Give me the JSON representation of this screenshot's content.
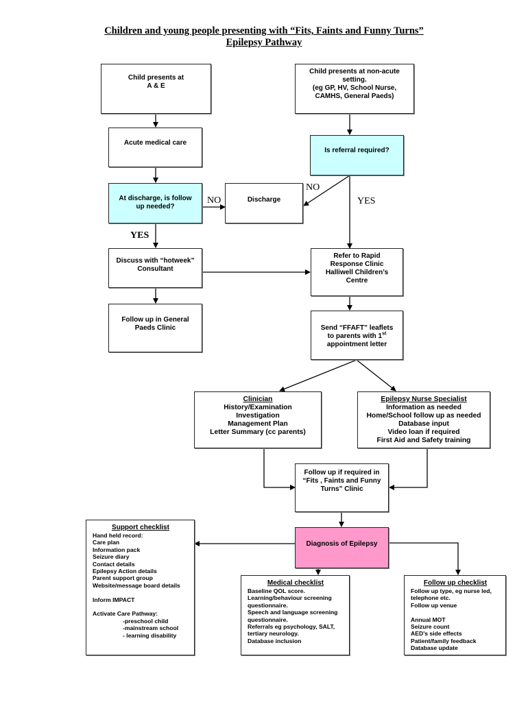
{
  "title": {
    "line1": "Children and young people presenting with “Fits, Faints and Funny Turns”",
    "line2": "Epilepsy Pathway"
  },
  "colors": {
    "decision_fill": "#ccffff",
    "diagnosis_fill": "#ff99cc",
    "line": "#000000"
  },
  "nodes": {
    "ae": {
      "lines": [
        "Child presents at",
        "A & E"
      ]
    },
    "non_acute": {
      "lines": [
        "Child presents at non-acute",
        "setting.",
        "(eg GP, HV, School Nurse,",
        "CAMHS, General Paeds)"
      ]
    },
    "acute_care": {
      "lines": [
        "Acute medical care"
      ]
    },
    "referral_required": {
      "lines": [
        "Is referral required?"
      ]
    },
    "discharge_followup": {
      "lines": [
        "At discharge, is follow",
        "up needed?"
      ]
    },
    "discharge": {
      "lines": [
        "Discharge"
      ]
    },
    "hotweek": {
      "lines": [
        "Discuss with “hotweek”",
        "Consultant"
      ]
    },
    "rapid_response": {
      "lines": [
        "Refer to Rapid",
        "Response Clinic",
        "Halliwell Children’s",
        "Centre"
      ]
    },
    "general_paeds": {
      "lines": [
        "Follow up in General",
        "Paeds Clinic"
      ]
    },
    "ffaft": {
      "line1": "Send “FFAFT” leaflets",
      "line2_pre": "to parents with 1",
      "line2_sup": "st",
      "line3": "appointment letter"
    },
    "clinician": {
      "heading": "Clinician",
      "lines": [
        "History/Examination",
        "Investigation",
        "Management Plan",
        "Letter Summary (cc parents)"
      ]
    },
    "nurse": {
      "heading": "Epilepsy Nurse Specialist",
      "lines": [
        "Information as needed",
        "Home/School follow up as needed",
        "Database input",
        "Video loan if required",
        "First Aid and Safety training"
      ]
    },
    "ffaft_clinic": {
      "lines": [
        "Follow up if required in",
        "“Fits , Faints and Funny",
        "Turns” Clinic"
      ]
    },
    "diagnosis": {
      "lines": [
        "Diagnosis of Epilepsy"
      ]
    },
    "support": {
      "heading": "Support checklist",
      "items": [
        "Hand held record:",
        "Care plan",
        "Information pack",
        "Seizure diary",
        "Contact details",
        "Epilepsy Action details",
        "Parent support group",
        "Website/message board details",
        "",
        "Inform IMPACT",
        "",
        "Activate Care Pathway:"
      ],
      "sub_items": [
        "-preschool child",
        "-mainstream school",
        "- learning disability"
      ]
    },
    "medical": {
      "heading": "Medical checklist",
      "items": [
        "Baseline QOL score.",
        "Learning/behaviour screening",
        "questionnaire.",
        "Speech and language screening",
        "questionnaire.",
        "Referrals eg psychology, SALT,",
        "tertiary neurology.",
        "Database inclusion"
      ]
    },
    "followup": {
      "heading": "Follow up checklist",
      "items": [
        "Follow up type, eg nurse led,",
        "telephone etc.",
        "Follow up venue",
        "",
        "Annual MOT",
        "Seizure count",
        "AED’s side effects",
        "Patient/family feedback",
        "Database update"
      ]
    }
  },
  "edge_labels": {
    "no_discharge": "NO",
    "no_referral": "NO",
    "yes_referral": "YES",
    "yes_discharge": "YES"
  }
}
